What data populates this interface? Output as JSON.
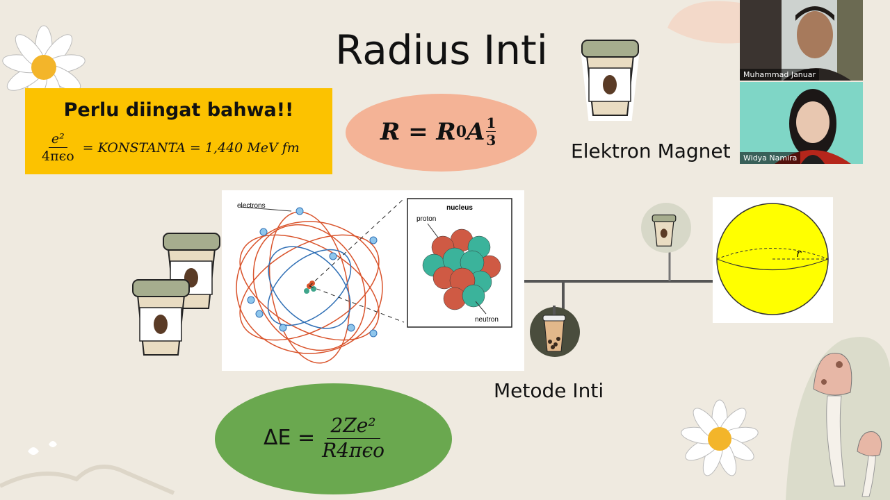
{
  "slide": {
    "title": "Radius Inti",
    "note": {
      "heading": "Perlu diingat bahwa!!",
      "frac_num": "e²",
      "frac_den": "4πϵo",
      "rest": "= KONSTANTA = 1,440 MeV fm"
    },
    "radius_formula": {
      "lhs": "R = R",
      "sub": "0",
      "mid": "A",
      "exp_num": "1",
      "exp_den": "3"
    },
    "energy_formula": {
      "lhs": "ΔE =",
      "num": "2Ze²",
      "den": "R4πϵo"
    },
    "labels": {
      "electron": "Elektron Magnet",
      "nuclear": "Metode Inti"
    },
    "atom_figure": {
      "electrons": "electrons",
      "nucleus": "nucleus",
      "proton": "proton",
      "neutron": "neutron"
    },
    "sphere_label": "r"
  },
  "participants": [
    {
      "name": "Muhammad Januar"
    },
    {
      "name": "Widya Namira"
    }
  ],
  "colors": {
    "background": "#efeae0",
    "note": "#fcc200",
    "oval_r": "#f4b396",
    "oval_de": "#6aa84f",
    "sphere": "#ffff00"
  }
}
